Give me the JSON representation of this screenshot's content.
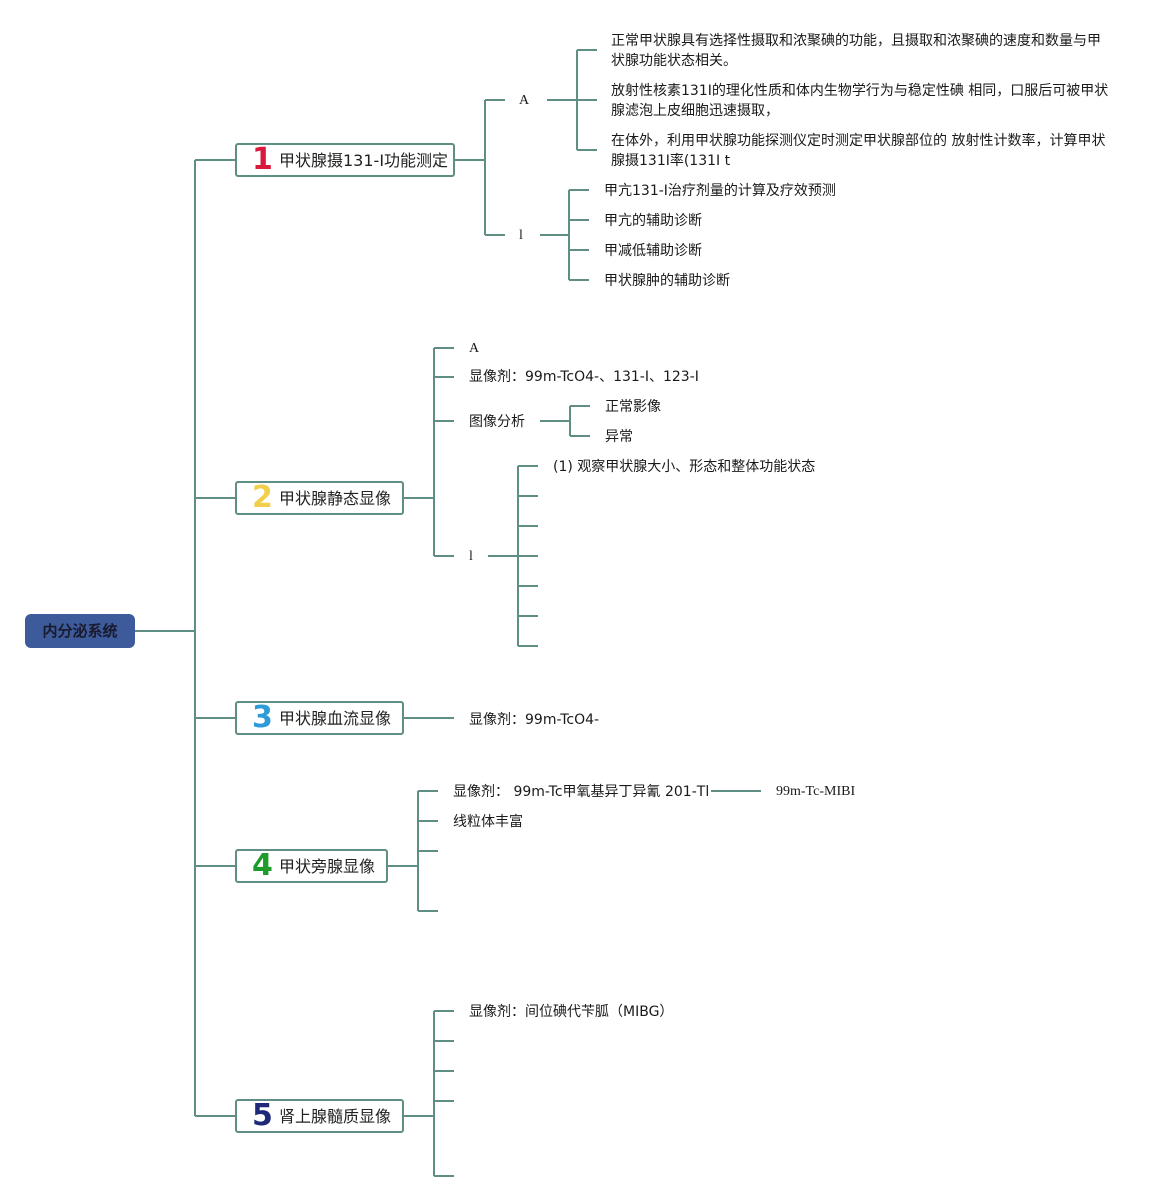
{
  "colors": {
    "line": "#5f8f84",
    "root_bg": "#3d5a9a",
    "num1": "#d81b3c",
    "num2": "#f2cf4a",
    "num3": "#2f9ad8",
    "num4": "#1f9a2c",
    "num5": "#1e2a78"
  },
  "root": {
    "label": "内分泌系统"
  },
  "topics": [
    {
      "num": "1",
      "label": "甲状腺摄131-I功能测定",
      "a_label": "A",
      "a_items": [
        "正常甲状腺具有选择性摄取和浓聚碘的功能，且摄取和浓聚碘的速度和数量与甲状腺功能状态相关。",
        "放射性核素131I的理化性质和体内生物学行为与稳定性碘 相同，口服后可被甲状腺滤泡上皮细胞迅速摄取，",
        "在体外，利用甲状腺功能探测仪定时测定甲状腺部位的 放射性计数率，计算甲状腺摄131I率(131I t"
      ],
      "l_label": "l",
      "l_items": [
        "甲亢131-I治疗剂量的计算及疗效预测",
        "甲亢的辅助诊断",
        "甲减低辅助诊断",
        "甲状腺肿的辅助诊断"
      ]
    },
    {
      "num": "2",
      "label": "甲状腺静态显像",
      "a_label": "A",
      "agent": "显像剂：99m-TcO4-、131-I、123-I",
      "analysis": "图像分析",
      "analysis_items": [
        "正常影像",
        "异常"
      ],
      "l_label": "l",
      "l_items": [
        "(1) 观察甲状腺大小、形态和整体功能状态"
      ]
    },
    {
      "num": "3",
      "label": "甲状腺血流显像",
      "agent": "显像剂：99m-TcO4-"
    },
    {
      "num": "4",
      "label": "甲状旁腺显像",
      "agent": "显像剂： 99m-Tc甲氧基异丁异氰 201-Tl",
      "agent_child": "99m-Tc-MIBI",
      "item2": "线粒体丰富"
    },
    {
      "num": "5",
      "label": "肾上腺髓质显像",
      "agent": "显像剂：间位碘代苄胍（MIBG）"
    }
  ]
}
